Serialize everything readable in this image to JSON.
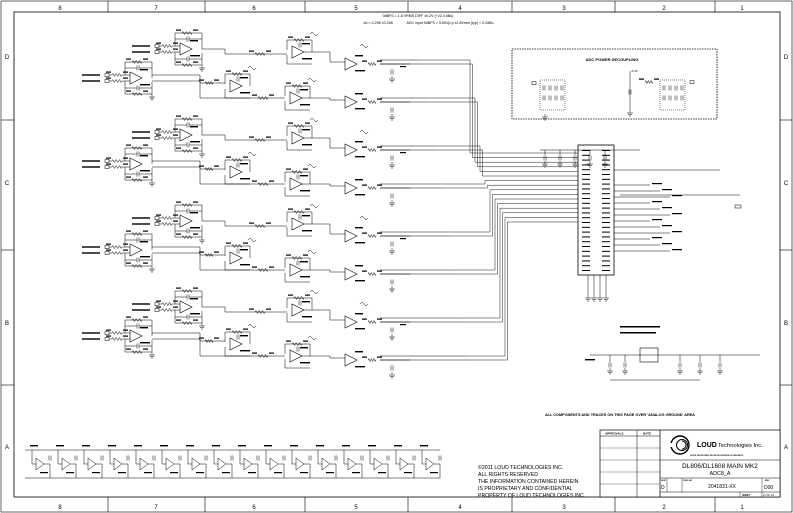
{
  "border": {
    "columns": [
      "8",
      "7",
      "6",
      "5",
      "4",
      "3",
      "2",
      "1"
    ],
    "rows": [
      "D",
      "C",
      "B",
      "A"
    ]
  },
  "notes": {
    "line1": "0dBFS = 1.8 VRMS DIFF ±0.2V (+22.4 dBu)",
    "line2": "Av = 0.298 ±0.248",
    "line3": "ADC input 0dBFS = 5.60Vp-p ±2.8Vrms (typ) = 0.2dBu",
    "ground_note": "ALL COMPONENTS AND TRACES ON THIS PAGE OVER 'ANALOG GROUND' AREA"
  },
  "adc_decoupling": {
    "title": "ADC POWER DECOUPLING",
    "supply": "+3.3V"
  },
  "copyright": {
    "line1": "©2011 LOUD TECHNOLOGIES INC.",
    "line2": "ALL RIGHTS RESERVED",
    "line3": "THE INFORMATION CONTAINED HEREIN",
    "line4": "IS PROPRIETARY AND CONFIDENTIAL",
    "line5": "PROPERTY OF LOUD TECHNOLOGIES INC."
  },
  "title_block": {
    "approvals_header": "APPROVALS",
    "date_header": "DATE",
    "company_bold": "LOUD",
    "company_rest": "Technologies Inc.",
    "address": "16220 WOOD-RED RD NE WOODINVILLE WA 98072",
    "title": "DL806/DL1608 MAIN MK2",
    "subtitle": "ADC8_A",
    "size_label": "SIZE",
    "size": "D",
    "doc_label": "DWG NO",
    "doc_number": "2041831-XX",
    "rev_label": "REV",
    "rev": "D00",
    "sheet_label": "SHEET",
    "sheet": "2 OF 13"
  }
}
